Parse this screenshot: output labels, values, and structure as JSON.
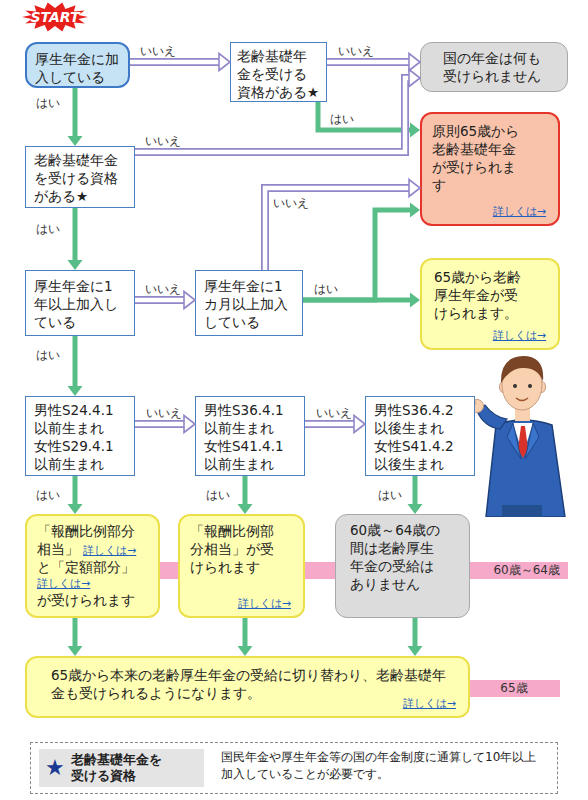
{
  "diagram": {
    "nodes": [
      {
        "text": [
          "START"
        ]
      },
      {
        "text": [
          "厚生年金に加入している"
        ]
      },
      {
        "text": [
          "老齢基礎年金を受ける資格がある★"
        ]
      },
      {
        "text": [
          "国の年金は何も受けられません"
        ]
      },
      {
        "text": [
          "原則65歳から老齢基礎年金が受けられます",
          "詳しくは→"
        ]
      },
      {
        "text": [
          "老齢基礎年金を受ける資格がある★"
        ]
      },
      {
        "text": [
          "厚生年金に1年以上加入している"
        ]
      },
      {
        "text": [
          "厚生年金に1カ月以上加入している"
        ]
      },
      {
        "text": [
          "65歳から老齢厚生年金が受けられます。",
          "詳しくは→"
        ]
      },
      {
        "text": [
          "男性S24.4.1以前生まれ",
          "女性S29.4.1以前生まれ"
        ]
      },
      {
        "text": [
          "男性S36.4.1以前生まれ",
          "女性S41.4.1以前生まれ"
        ]
      },
      {
        "text": [
          "男性S36.4.2以後生まれ",
          "女性S41.4.2以後生まれ"
        ]
      },
      {
        "text": [
          "「報酬比例部分相当」",
          "詳しくは→",
          "と「定額部分」",
          "詳しくは→",
          "が受けられます"
        ]
      },
      {
        "text": [
          "「報酬比例部分相当」が受けられます",
          "詳しくは→"
        ]
      },
      {
        "text": [
          "60歳～64歳の間は老齢厚生年金の受給はありません"
        ]
      },
      {
        "text": [
          "60歳～64歳"
        ]
      },
      {
        "text": [
          "65歳から本来の老齢厚生年金の受給に切り替わり、老齢基礎年金も受けられるようになります。",
          "詳しくは→"
        ]
      },
      {
        "text": [
          "65歳"
        ]
      },
      {
        "text": [
          "国民年金や厚生年金等の国の年金制度に通算して10年以上加入していることが必要です。"
        ]
      },
      {
        "text": [
          "★",
          "老齢基礎年金を受ける資格"
        ],
        "in": 18
      }
    ],
    "edges": [
      {
        "from": 1,
        "to": 2,
        "arrow": "to",
        "label": "いいえ"
      },
      {
        "from": 2,
        "to": 3,
        "arrow": "to",
        "label": "いいえ"
      },
      {
        "from": 2,
        "to": 4,
        "arrow": "to",
        "label": "はい"
      },
      {
        "from": 1,
        "to": 5,
        "arrow": "to",
        "label": "はい"
      },
      {
        "from": 5,
        "to": 3,
        "arrow": "to",
        "label": "いいえ"
      },
      {
        "from": 5,
        "to": 6,
        "arrow": "to",
        "label": "はい"
      },
      {
        "from": 6,
        "to": 7,
        "arrow": "to",
        "label": "いいえ"
      },
      {
        "from": 7,
        "to": 4,
        "arrow": "to",
        "label": "いいえ"
      },
      {
        "from": 7,
        "to": 8,
        "arrow": "to",
        "label": "はい"
      },
      {
        "from": 7,
        "to": 4,
        "arrow": "to"
      },
      {
        "from": 6,
        "to": 9,
        "arrow": "to",
        "label": "はい"
      },
      {
        "from": 9,
        "to": 10,
        "arrow": "to",
        "label": "いいえ"
      },
      {
        "from": 10,
        "to": 11,
        "arrow": "to",
        "label": "いいえ"
      },
      {
        "from": 9,
        "to": 12,
        "arrow": "to",
        "label": "はい"
      },
      {
        "from": 10,
        "to": 13,
        "arrow": "to",
        "label": "はい"
      },
      {
        "from": 11,
        "to": 14,
        "arrow": "to",
        "label": "はい"
      },
      {
        "from": 12,
        "to": 16,
        "arrow": "to"
      },
      {
        "from": 13,
        "to": 16,
        "arrow": "to"
      },
      {
        "from": 14,
        "to": 16,
        "arrow": "to"
      }
    ]
  }
}
